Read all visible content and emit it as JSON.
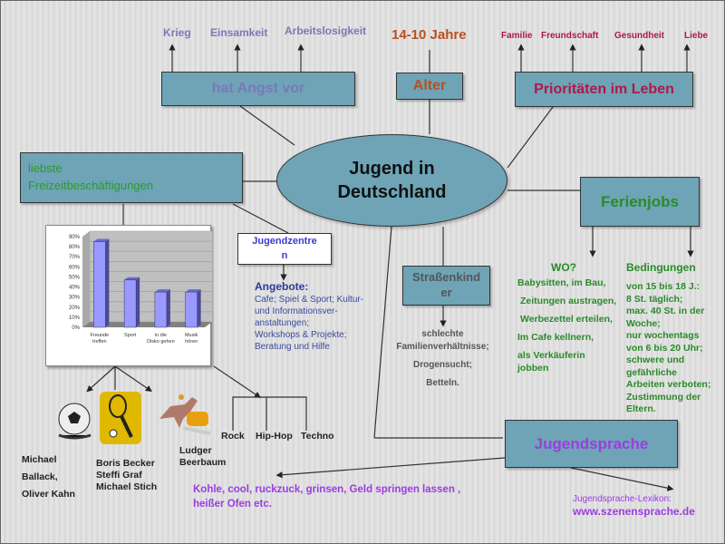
{
  "center": {
    "title_line1": "Jugend in",
    "title_line2": "Deutschland"
  },
  "angst": {
    "label": "hat Angst vor",
    "items": [
      "Krieg",
      "Einsamkeit",
      "Arbeitslosigkeit"
    ]
  },
  "alter": {
    "label": "Alter",
    "value": "14-10 Jahre"
  },
  "prioritaeten": {
    "label": "Prioritäten im Leben",
    "items": [
      "Familie",
      "Freundschaft",
      "Gesundheit",
      "Liebe"
    ]
  },
  "freizeit": {
    "label_line1": "liebste",
    "label_line2": "Freizeitbeschäftigungen",
    "sport_people": {
      "football": [
        "Michael",
        "Ballack,",
        "Oliver Kahn"
      ],
      "tennis": [
        "Boris Becker",
        "Steffi Graf",
        "Michael Stich"
      ],
      "riding": [
        "Ludger",
        "Beerbaum"
      ]
    },
    "music": [
      "Rock",
      "Hip-Hop",
      "Techno"
    ]
  },
  "jugendzentren": {
    "label_line1": "Jugendzentre",
    "label_line2": "n",
    "angebote_title": "Angebote:",
    "angebote_text": [
      "Cafe; Spiel & Sport; Kultur-",
      "und Informationsver-",
      "anstaltungen;",
      "Workshops & Projekte;",
      "Beratung und Hilfe"
    ]
  },
  "strassenkinder": {
    "label_line1": "Straßenkind",
    "label_line2": "er",
    "reasons": [
      "schlechte",
      "Familienverhältnisse;",
      "Drogensucht;",
      "Betteln."
    ]
  },
  "ferienjobs": {
    "label": "Ferienjobs",
    "wo_title": "WO?",
    "wo_items": [
      "Babysitten, im Bau,",
      "Zeitungen austragen,",
      "Werbezettel erteilen,",
      "Im Cafe kellnern,",
      "als Verkäuferin jobben"
    ],
    "bedingungen_title": "Bedingungen",
    "bedingungen_text": [
      "von 15 bis 18 J.:",
      "8 St. täglich;",
      "max. 40 St. in der",
      "Woche;",
      "nur wochentags",
      "von 6 bis 20 Uhr;",
      "schwere und",
      "gefährliche",
      "Arbeiten verboten;",
      "Zustimmung der",
      "Eltern."
    ]
  },
  "jugendsprache": {
    "label": "Jugendsprache",
    "examples_line1": "Kohle, cool, ruckzuck, grinsen, Geld springen lassen ,",
    "examples_line2": "heißer Ofen etc.",
    "lexikon_label": "Jugendsprache-Lexikon:",
    "lexikon_url": "www.szenensprache.de"
  },
  "colors": {
    "box": "#6ea4b6",
    "angst_text": "#7a78b8",
    "alter_text": "#b8501e",
    "prio_text": "#b0174a",
    "green": "#2b8a2b",
    "purple": "#9b3de0"
  },
  "chart_data": {
    "type": "bar",
    "categories": [
      "Freunde treffen",
      "Sport",
      "in die Disko gehen",
      "Musik hören"
    ],
    "values": [
      85,
      47,
      35,
      35
    ],
    "ylim": [
      0,
      90
    ],
    "yticks": [
      "0%",
      "10%",
      "20%",
      "30%",
      "40%",
      "50%",
      "60%",
      "70%",
      "80%",
      "90%"
    ],
    "title": "",
    "xlabel": "",
    "ylabel": ""
  }
}
